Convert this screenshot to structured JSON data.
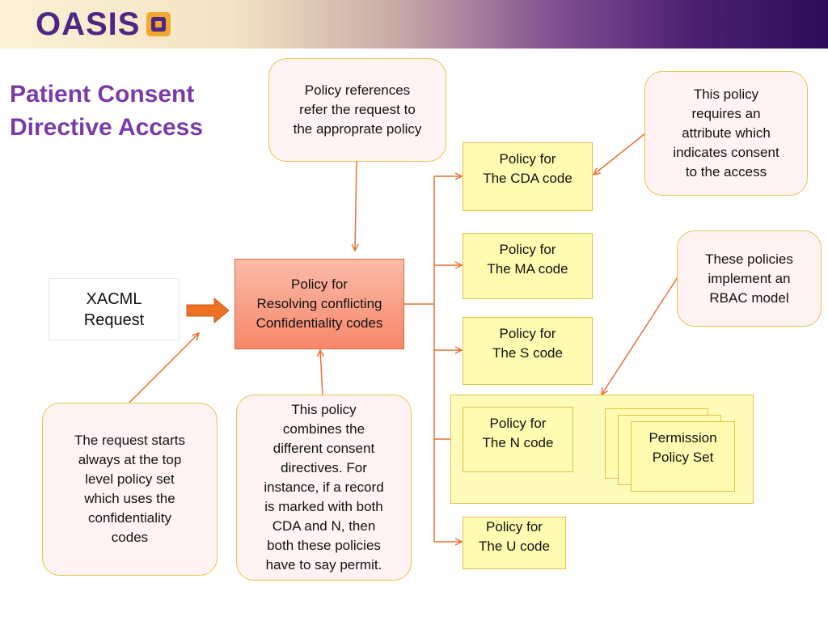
{
  "header": {
    "logo_text": "OASIS",
    "logo_icon": "oasis-logo-icon",
    "gradient_colors": [
      "#fbf1d6",
      "#2c0d5b"
    ]
  },
  "title": {
    "line1": "Patient Consent",
    "line2": "Directive Access",
    "color": "#7a3aa8"
  },
  "request": {
    "line1": "XACML",
    "line2": "Request"
  },
  "main_policy": {
    "line1": "Policy for",
    "line2": "Resolving conflicting",
    "line3": "Confidentiality codes"
  },
  "policies": {
    "cda": {
      "line1": "Policy for",
      "line2": "The CDA code"
    },
    "ma": {
      "line1": "Policy for",
      "line2": "The MA code"
    },
    "s": {
      "line1": "Policy for",
      "line2": "The S code"
    },
    "n": {
      "line1": "Policy for",
      "line2": "The N code"
    },
    "u": {
      "line1": "Policy for",
      "line2": "The U code"
    }
  },
  "permission_policy_set": {
    "line1": "Permission",
    "line2": "Policy Set"
  },
  "callouts": {
    "policy_references": [
      "Policy references",
      "refer the request to",
      "the approprate policy"
    ],
    "consent_attribute": [
      "This policy",
      "requires an",
      "attribute which",
      "indicates consent",
      "to the access"
    ],
    "rbac": [
      "These policies",
      "implement an",
      "RBAC model"
    ],
    "request_start": [
      "The request starts",
      "always at the top",
      "level policy set",
      "which uses the",
      "confidentiality",
      "codes"
    ],
    "combines": [
      "This policy",
      "combines the",
      "different consent",
      "directives. For",
      "instance, if a record",
      "is marked with both",
      "CDA and N, then",
      "both these policies",
      "have to say permit."
    ]
  },
  "colors": {
    "connector": "#ec6f2d",
    "callout_border": "#e8c24e",
    "policy_fill": "#fffbb0",
    "main_policy_fill": "#f7876a"
  }
}
